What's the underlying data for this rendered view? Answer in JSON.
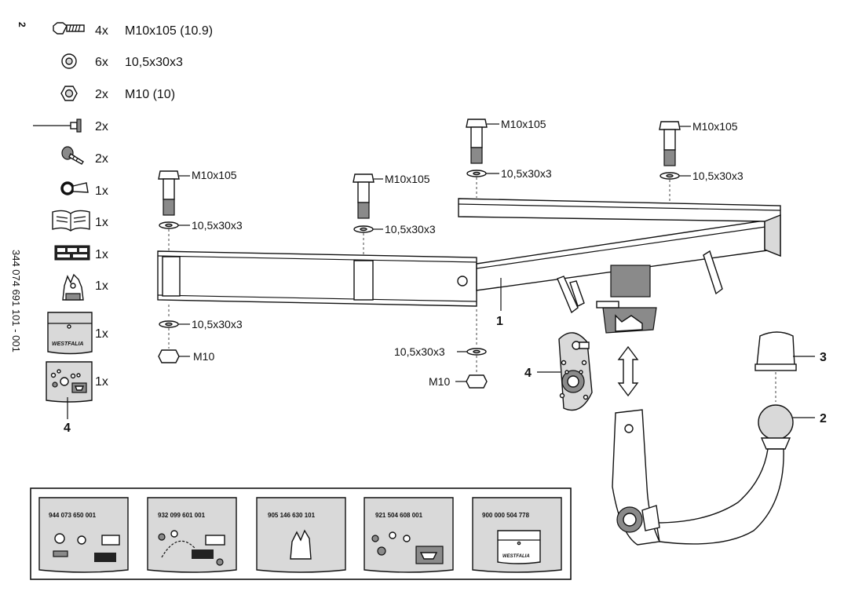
{
  "page_number": "2",
  "doc_number": "344 074 691 101 - 001",
  "parts_list": [
    {
      "icon": "bolt-icon",
      "qty": "4x",
      "spec": "M10x105 (10.9)"
    },
    {
      "icon": "washer-icon",
      "qty": "6x",
      "spec": "10,5x30x3"
    },
    {
      "icon": "nut-icon",
      "qty": "2x",
      "spec": "M10 (10)"
    },
    {
      "icon": "rivet-icon",
      "qty": "2x",
      "spec": ""
    },
    {
      "icon": "screw-icon",
      "qty": "2x",
      "spec": ""
    },
    {
      "icon": "key-icon",
      "qty": "1x",
      "spec": ""
    },
    {
      "icon": "manual-book-icon",
      "qty": "1x",
      "spec": ""
    },
    {
      "icon": "label-sticker-icon",
      "qty": "1x",
      "spec": ""
    },
    {
      "icon": "clip-icon",
      "qty": "1x",
      "spec": ""
    },
    {
      "icon": "westfalia-bag-icon",
      "qty": "1x",
      "spec": ""
    },
    {
      "icon": "socket-bag-icon",
      "qty": "1x",
      "spec": ""
    }
  ],
  "brand": "WESTFALIA",
  "hardware_labels": {
    "bolt": "M10x105",
    "washer": "10,5x30x3",
    "nut": "M10"
  },
  "callouts": {
    "crossbar": "1",
    "ball_neck": "2",
    "ball_cover": "3",
    "socket_plate": "4"
  },
  "kit_bags": [
    {
      "number": "944 073 650 001"
    },
    {
      "number": "932 099 601 001"
    },
    {
      "number": "905 146 630 101"
    },
    {
      "number": "921 504 608 001"
    },
    {
      "number": "900 000 504 778"
    }
  ]
}
